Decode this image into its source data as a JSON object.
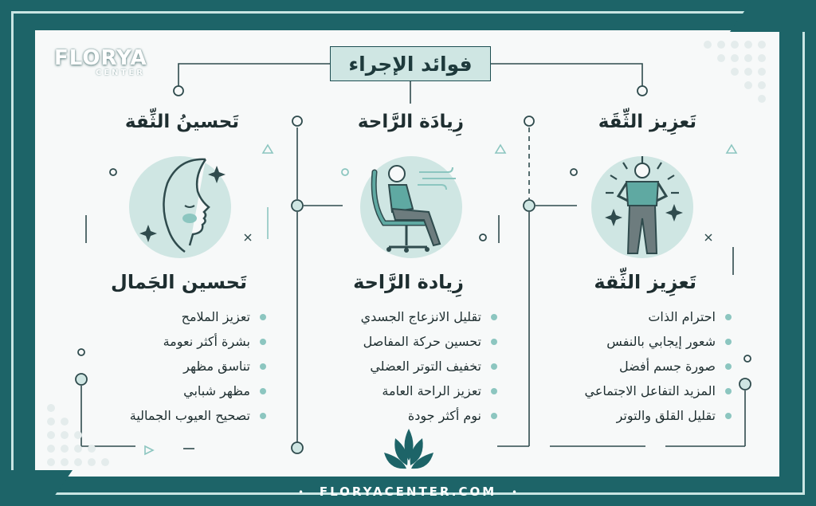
{
  "brand": {
    "logo_text": "FLORYA",
    "logo_sub": "CENTER",
    "footer_url": "FLORYACENTER.COM"
  },
  "title": "فوائد الإجراء",
  "columns": [
    {
      "header": "تَعزِيز الثِّقَة",
      "subheader": "تَعزِيز الثِّقة",
      "items": [
        "احترام الذات",
        "شعور إيجابي بالنفس",
        "صورة جسم أفضل",
        "المزيد التفاعل الاجتماعي",
        "تقليل القلق والتوتر"
      ]
    },
    {
      "header": "زِيادَة الرَّاحة",
      "subheader": "زِيادة الرَّاحة",
      "items": [
        "تقليل الانزعاج الجسدي",
        "تحسين حركة المفاصل",
        "تخفيف التوتر العضلي",
        "تعزيز الراحة العامة",
        "نوم أكثر جودة"
      ]
    },
    {
      "header": "تَحسينُ الثِّقة",
      "subheader": "تَحسين الجَمال",
      "items": [
        "تعزيز الملامح",
        "بشرة أكثر نعومة",
        "تناسق مظهر",
        "مظهر شبابي",
        "تصحيح العيوب الجمالية"
      ]
    }
  ],
  "colors": {
    "background": "#1d6468",
    "panel": "#f7f9f9",
    "accent": "#cfe6e3",
    "bullet": "#8cc6c0",
    "ink": "#1e2e30"
  },
  "icons": [
    "confident-person-icon",
    "reclining-chair-person-icon",
    "face-profile-icon",
    "lotus-logo-icon"
  ]
}
